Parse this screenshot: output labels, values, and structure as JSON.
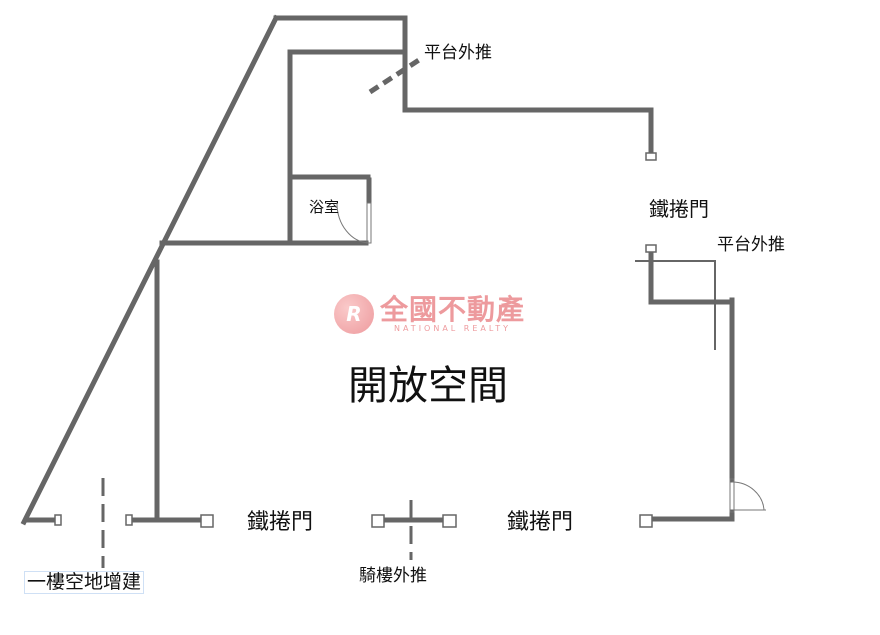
{
  "labels": {
    "platform_push_top": "平台外推",
    "bathroom": "浴室",
    "rolling_door_right_top": "鐵捲門",
    "platform_push_right": "平台外推",
    "open_space": "開放空間",
    "rolling_door_bottom_left": "鐵捲門",
    "rolling_door_bottom_right": "鐵捲門",
    "arcade_push": "騎樓外推",
    "ground_floor_addition": "一樓空地增建"
  },
  "watermark": {
    "logo_mark": "R",
    "name_cn": "全國不動產",
    "name_en": "NATIONAL REALTY"
  },
  "colors": {
    "wall": "#666666",
    "logo": "#e0484e"
  }
}
